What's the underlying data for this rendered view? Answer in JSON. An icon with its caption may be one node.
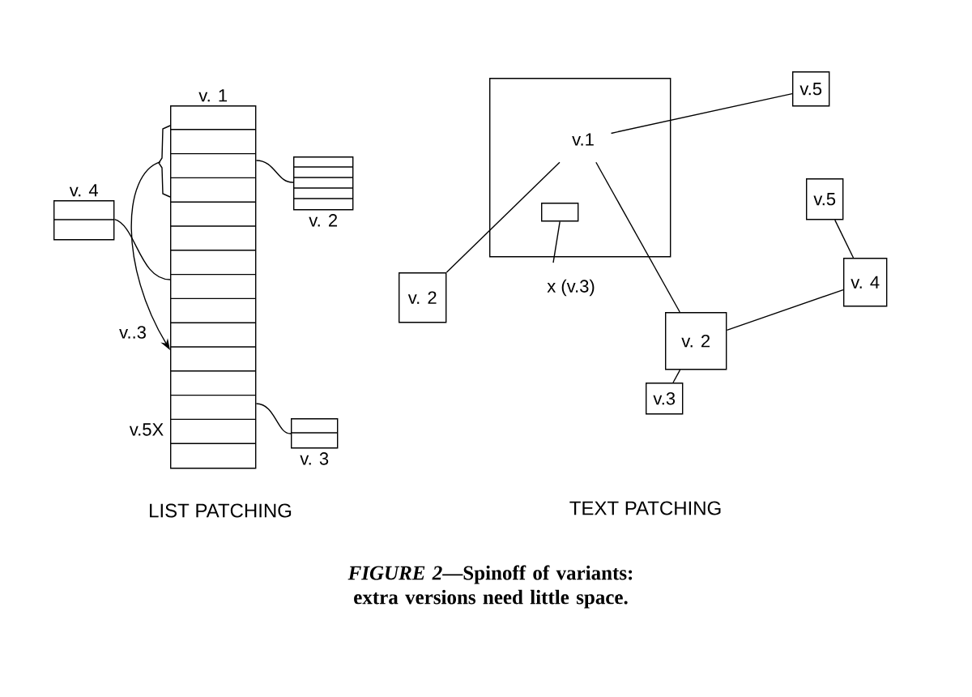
{
  "diagram": {
    "caption": "*FIGURE 2*—Spinoff of variants: extra versions need little space.",
    "nodes": [
      {
        "text": [
          "v. 1"
        ]
      },
      {
        "text": [],
        "shape": "bracket"
      },
      {
        "text": [
          "v. 4"
        ]
      },
      {
        "text": [
          "v. 2"
        ]
      },
      {
        "text": [
          "v. 3"
        ]
      },
      {
        "text": [],
        "shape": "box"
      },
      {
        "text": [
          "v.1"
        ],
        "in": 5
      },
      {
        "text": [],
        "shape": "box",
        "in": 5
      },
      {
        "text": [
          "x (v.3)"
        ]
      },
      {
        "text": [
          "v. 2"
        ]
      },
      {
        "text": [
          "v.5"
        ]
      },
      {
        "text": [
          "v. 2"
        ]
      },
      {
        "text": [
          "v.3"
        ]
      },
      {
        "text": [
          "v.5"
        ]
      },
      {
        "text": [
          "v. 4"
        ]
      }
    ],
    "edges": [
      {
        "from": 1,
        "to": 0,
        "arrow": "to",
        "label": "v..3"
      },
      {
        "from": 2,
        "to": 0,
        "arrow": "none"
      },
      {
        "from": 0,
        "to": 3,
        "arrow": "none"
      },
      {
        "from": 0,
        "to": 4,
        "arrow": "none"
      },
      {
        "from": 8,
        "to": 7,
        "arrow": "none"
      },
      {
        "from": 9,
        "to": 6,
        "arrow": "none"
      },
      {
        "from": 6,
        "to": 10,
        "arrow": "none"
      },
      {
        "from": 6,
        "to": 11,
        "arrow": "none"
      },
      {
        "from": 11,
        "to": 12,
        "arrow": "none"
      },
      {
        "from": 11,
        "to": 14,
        "arrow": "none"
      },
      {
        "from": 14,
        "to": 13,
        "arrow": "none"
      }
    ],
    "labels": [
      "v.5X",
      "LIST PATCHING",
      "TEXT PATCHING"
    ]
  }
}
